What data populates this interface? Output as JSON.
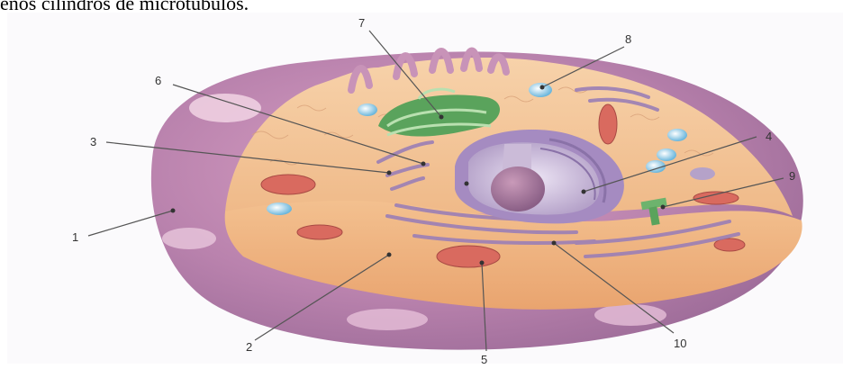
{
  "header_text": "enos cilindros de microtúbulos.",
  "diagram": {
    "labels": [
      "1",
      "2",
      "3",
      "4",
      "5",
      "6",
      "7",
      "8",
      "9",
      "10"
    ]
  }
}
